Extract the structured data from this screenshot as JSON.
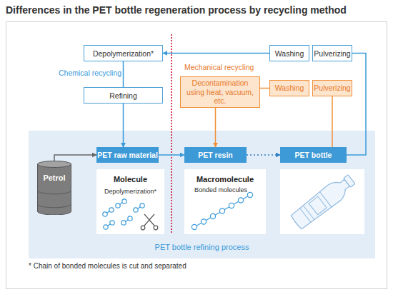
{
  "diagram": {
    "title": "Differences in the PET bottle regeneration process by recycling method",
    "nodes": [
      {
        "text": [
          "Depolymerization*"
        ]
      },
      {
        "text": [
          "Washing"
        ]
      },
      {
        "text": [
          "Pulverizing"
        ]
      },
      {
        "text": [
          "Refining"
        ]
      },
      {
        "text": [
          "Decontamination using heat, vacuum, etc."
        ]
      },
      {
        "text": [
          "Washing"
        ]
      },
      {
        "text": [
          "Pulverizing"
        ]
      },
      {
        "text": [
          "PET bottle refining process"
        ]
      },
      {
        "text": [
          "Petrol"
        ],
        "in": 7
      },
      {
        "text": [
          "PET raw material"
        ],
        "in": 7
      },
      {
        "text": [
          "PET resin"
        ],
        "in": 7
      },
      {
        "text": [
          "PET bottle"
        ],
        "in": 7
      },
      {
        "text": [
          "Molecule",
          "Depolymerization*"
        ],
        "in": 7
      },
      {
        "text": [
          "Macromolecule",
          "Bonded molecules"
        ],
        "in": 7
      }
    ],
    "edges": [
      {
        "from": 11,
        "to": 2,
        "arrow": "none"
      },
      {
        "from": 1,
        "to": 0,
        "arrow": "to"
      },
      {
        "from": 0,
        "to": 3,
        "arrow": "none"
      },
      {
        "from": 3,
        "to": 9,
        "arrow": "to"
      },
      {
        "from": 11,
        "to": 6,
        "arrow": "none"
      },
      {
        "from": 5,
        "to": 4,
        "arrow": "none"
      },
      {
        "from": 4,
        "to": 10,
        "arrow": "to"
      },
      {
        "from": 9,
        "to": 10,
        "arrow": "to"
      },
      {
        "from": 10,
        "to": 11,
        "arrow": "to"
      },
      {
        "from": 8,
        "to": 9,
        "arrow": "to"
      }
    ],
    "labels": [
      "Chemical recycling",
      "Mechanical recycling",
      "* Chain of bonded molecules is cut and separated"
    ]
  }
}
